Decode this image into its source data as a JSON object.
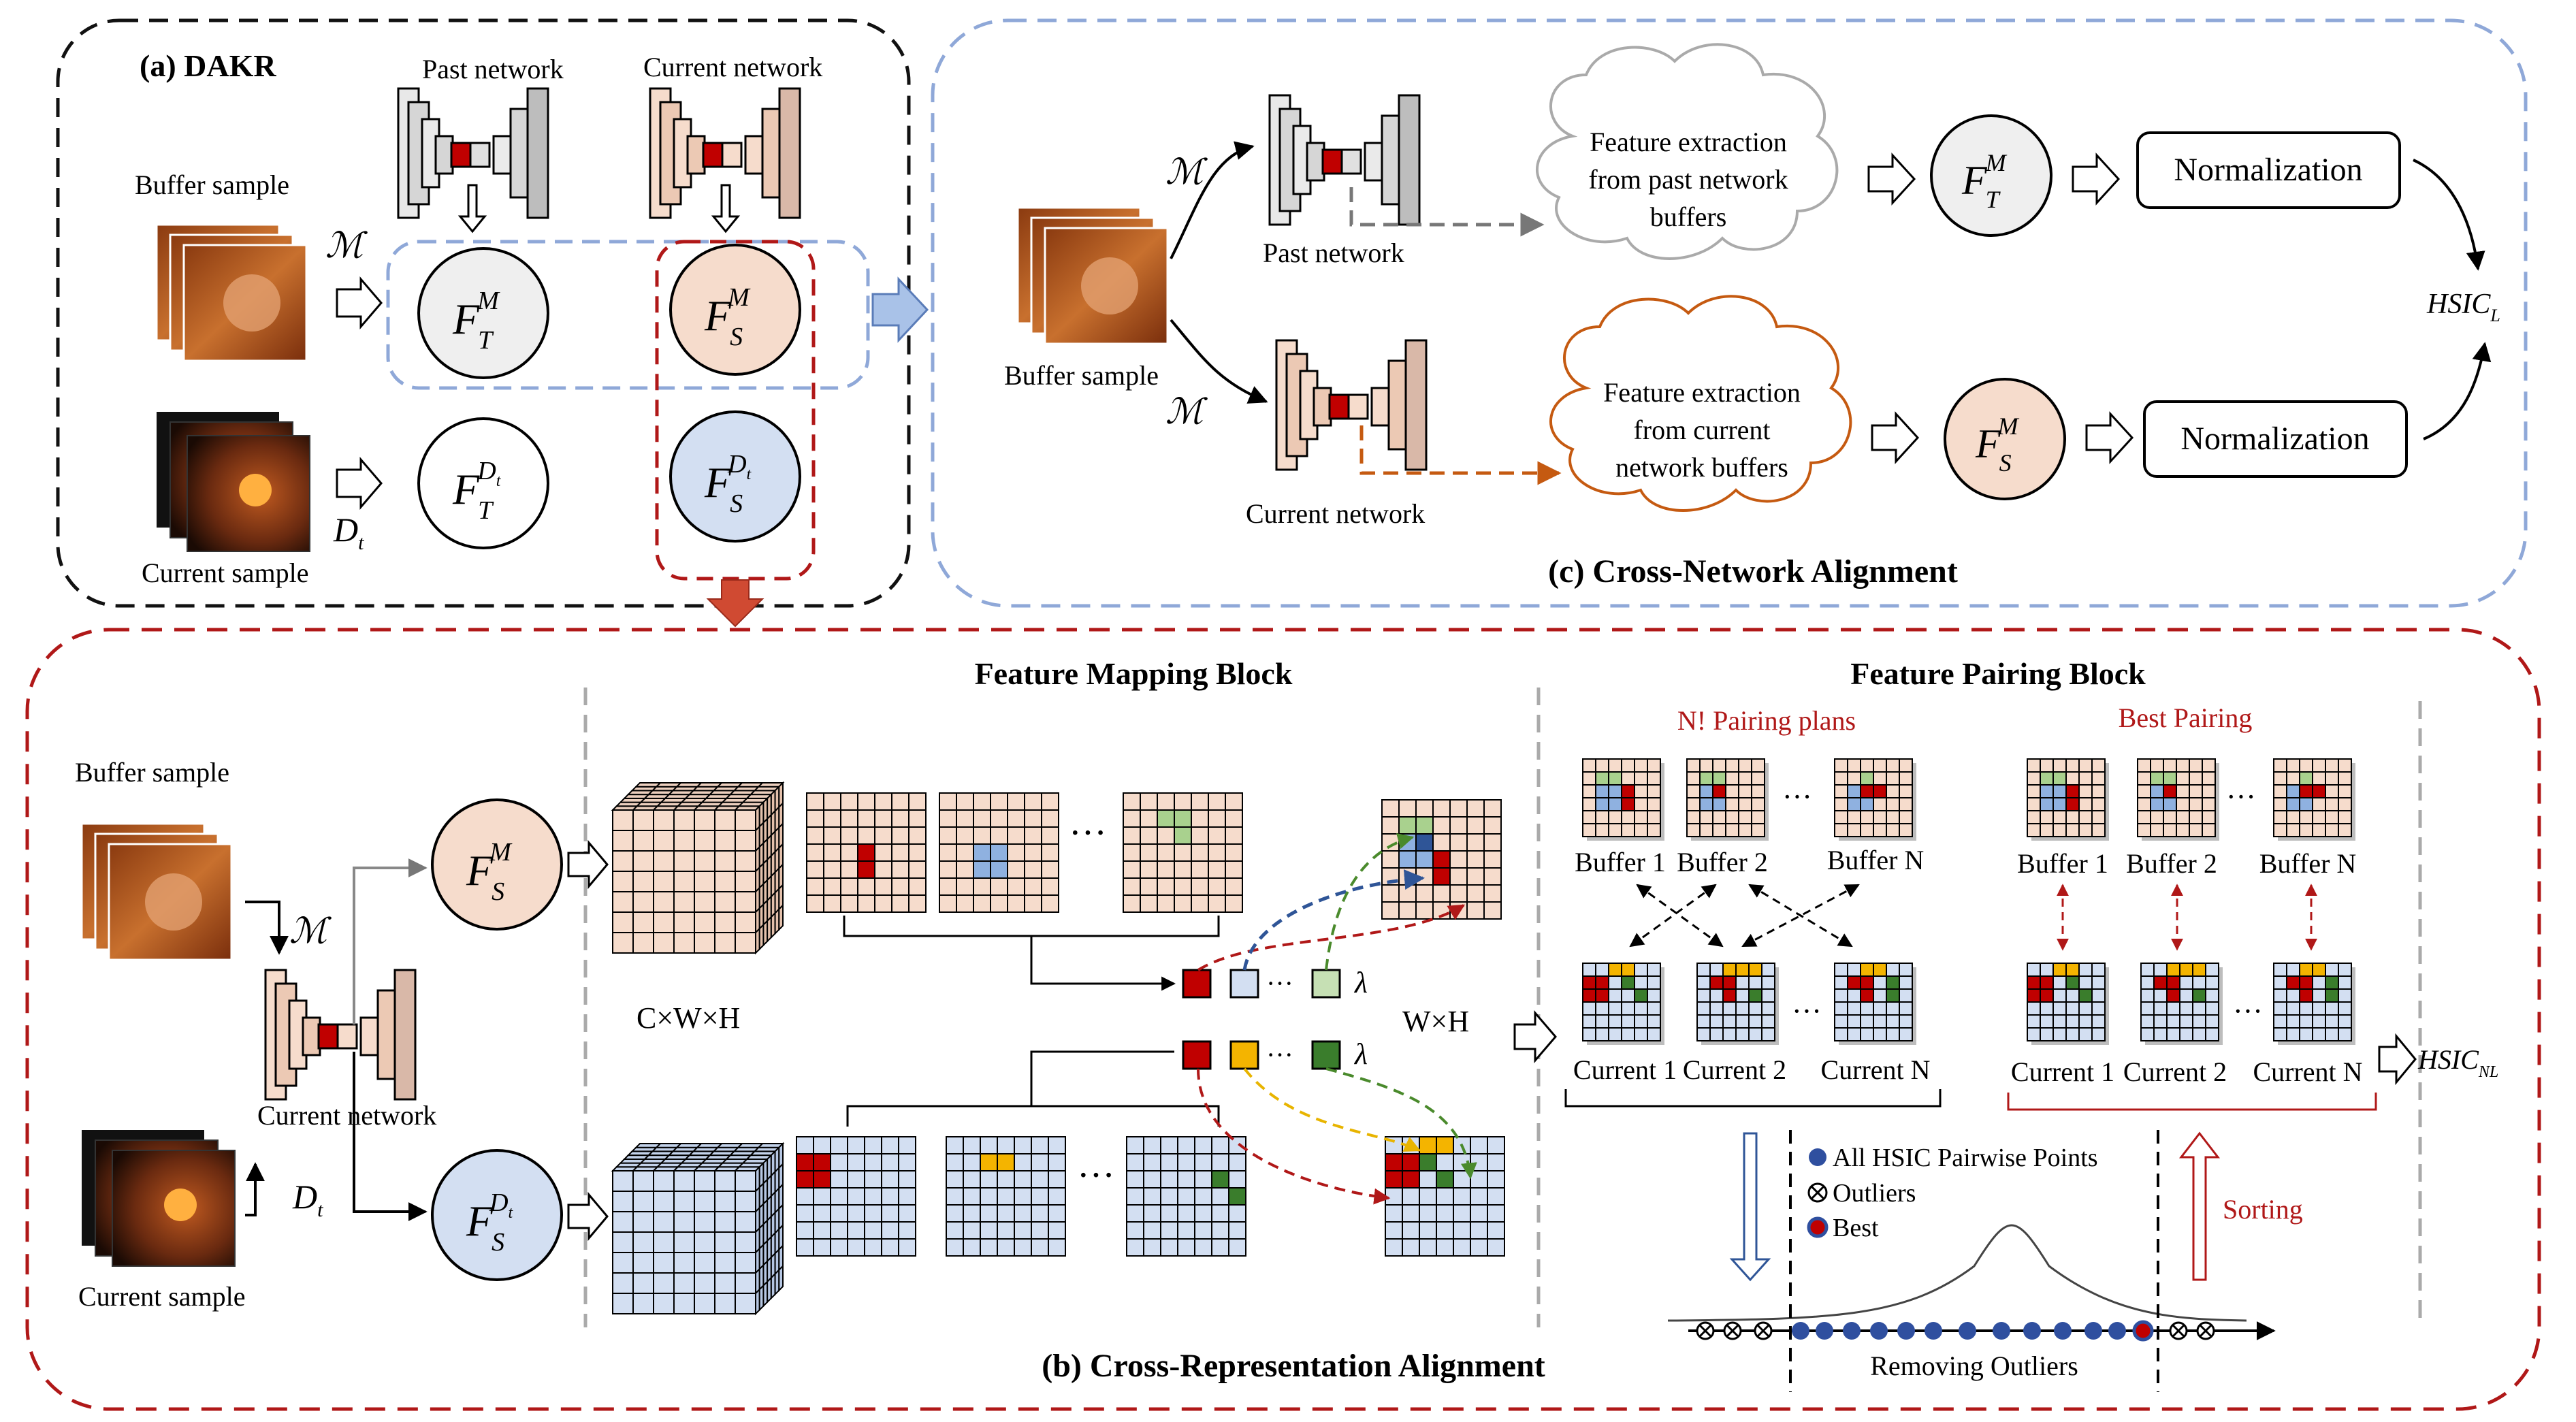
{
  "panel_a": {
    "title": "(a) DAKR",
    "past_network": "Past network",
    "current_network": "Current network",
    "buffer_sample": "Buffer sample",
    "current_sample": "Current sample",
    "arrow_M": "ℳ",
    "arrow_Dt": "D",
    "arrow_Dt_sub": "t",
    "feat_TM": {
      "base": "F",
      "sub": "T",
      "sup": "M"
    },
    "feat_SM": {
      "base": "F",
      "sub": "S",
      "sup": "M"
    },
    "feat_TD": {
      "base": "F",
      "sub": "T",
      "sup": "D",
      "supsub": "t"
    },
    "feat_SD": {
      "base": "F",
      "sub": "S",
      "sup": "D",
      "supsub": "t"
    }
  },
  "panel_c": {
    "title": "(c) Cross-Network Alignment",
    "buffer_sample": "Buffer sample",
    "past_network": "Past network",
    "current_network": "Current network",
    "arrow_M": "ℳ",
    "cloud_past": [
      "Feature extraction",
      "from past network",
      "buffers"
    ],
    "cloud_current": [
      "Feature extraction",
      "from current",
      "network buffers"
    ],
    "normalization": "Normalization",
    "hsic_l": {
      "base": "HSIC",
      "sub": "L"
    }
  },
  "panel_b": {
    "title": "(b) Cross-Representation Alignment",
    "buffer_sample": "Buffer sample",
    "current_sample": "Current sample",
    "current_network": "Current network",
    "arrow_M": "ℳ",
    "arrow_Dt": "D",
    "arrow_Dt_sub": "t",
    "feature_mapping_block": "Feature Mapping Block",
    "feature_pairing_block": "Feature Pairing Block",
    "cwh": "C×W×H",
    "wh": "W×H",
    "lambda": "λ",
    "dots": "···",
    "pairing_plans": "N! Pairing plans",
    "best_pairing": "Best Pairing",
    "buffer_labels": [
      "Buffer 1",
      "Buffer 2",
      "Buffer N"
    ],
    "current_labels": [
      "Current 1",
      "Current 2",
      "Current N"
    ],
    "legend": [
      "All HSIC Pairwise Points",
      "Outliers",
      "Best"
    ],
    "sorting": "Sorting",
    "removing_outliers": "Removing Outliers",
    "hsic_nl": {
      "base": "HSIC",
      "sub": "NL"
    }
  },
  "colors": {
    "red_dash": "#b01818",
    "blue_dash": "#8fa8d8",
    "peach": "#f6dccc",
    "lightblue": "#d3dff2",
    "lightgray": "#efefef",
    "cell_red": "#c00000",
    "cell_blue": "#8fb1e0",
    "cell_green": "#a9d18e",
    "cell_yellow": "#f4b400",
    "cell_dgreen": "#3a7d2c",
    "dot_blue": "#2f4f9f",
    "orange": "#c55a11"
  }
}
